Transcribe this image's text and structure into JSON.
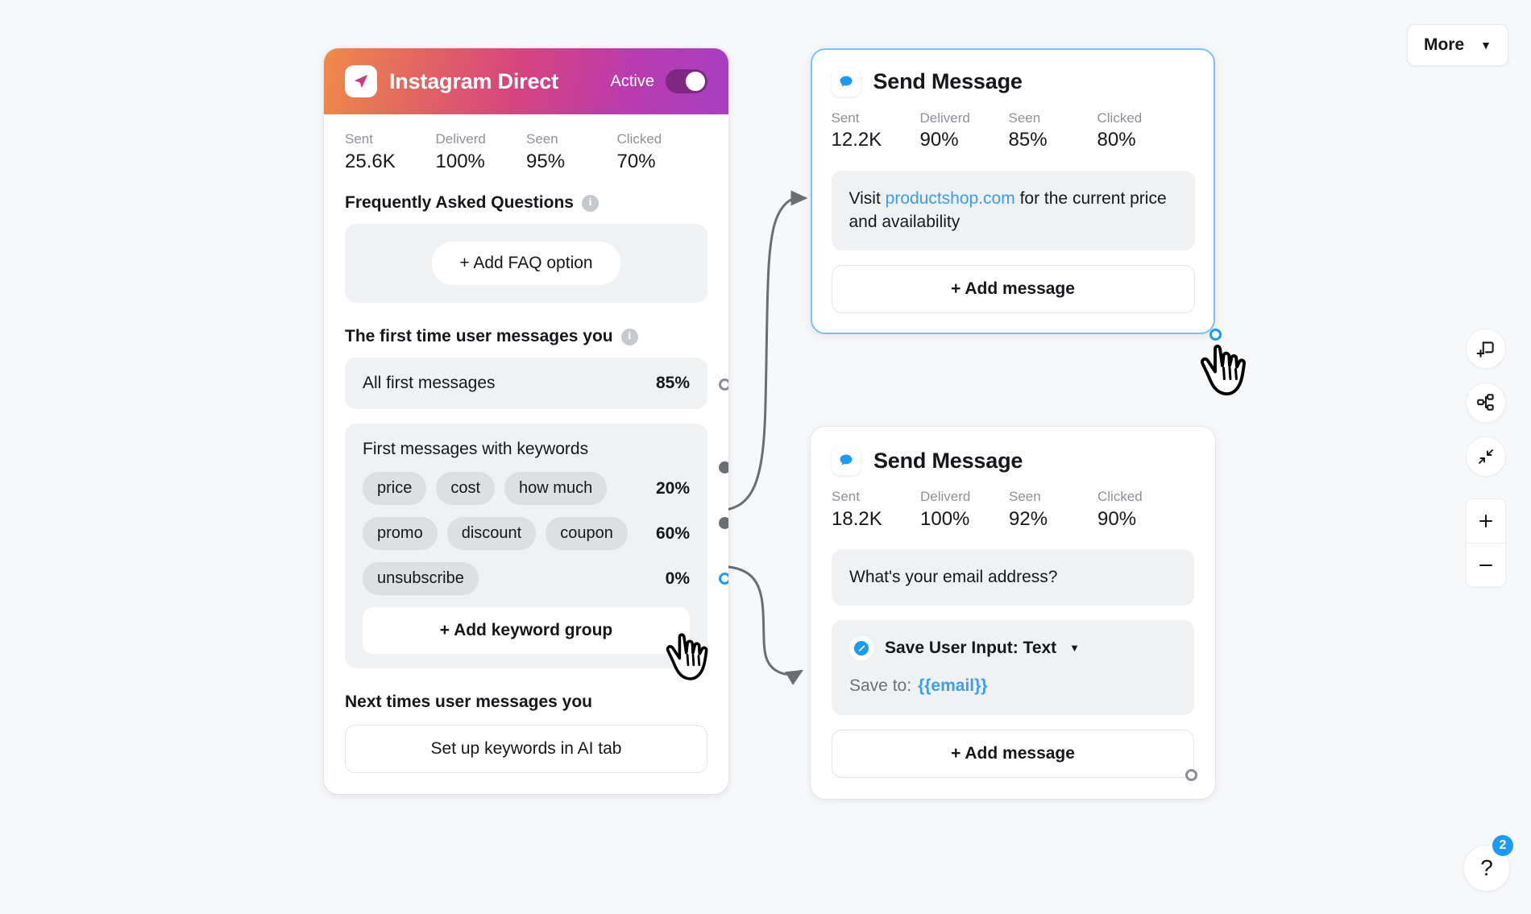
{
  "instagram_card": {
    "title": "Instagram Direct",
    "logo_icon": "paper-plane-icon",
    "status_label": "Active",
    "toggle_state": "on",
    "stats": [
      {
        "label": "Sent",
        "value": "25.6K"
      },
      {
        "label": "Deliverd",
        "value": "100%"
      },
      {
        "label": "Seen",
        "value": "95%"
      },
      {
        "label": "Clicked",
        "value": "70%"
      }
    ],
    "faq": {
      "section_title": "Frequently Asked Questions",
      "info_icon": "info-icon",
      "add_label": "+ Add FAQ option"
    },
    "first_time": {
      "section_title": "The first time user messages you",
      "info_icon": "info-icon",
      "all_first_messages": {
        "label": "All first messages",
        "percent": "85%"
      },
      "keywords_header": "First messages with keywords",
      "keyword_groups": [
        {
          "chips": [
            "price",
            "cost",
            "how much"
          ],
          "percent": "20%",
          "handle": "filled"
        },
        {
          "chips": [
            "promo",
            "discount",
            "coupon"
          ],
          "percent": "60%",
          "handle": "filled"
        },
        {
          "chips": [
            "unsubscribe"
          ],
          "percent": "0%",
          "handle": "hollow-blue"
        }
      ],
      "add_keyword_group_label": "+ Add keyword group"
    },
    "next_times": {
      "section_title": "Next times user messages you",
      "button_label": "Set up keywords in AI tab"
    }
  },
  "message_cards": [
    {
      "title": "Send Message",
      "icon": "chat-bubble-icon",
      "selected": true,
      "stats": [
        {
          "label": "Sent",
          "value": "12.2K"
        },
        {
          "label": "Deliverd",
          "value": "90%"
        },
        {
          "label": "Seen",
          "value": "85%"
        },
        {
          "label": "Clicked",
          "value": "80%"
        }
      ],
      "message_prefix": "Visit ",
      "message_link": "productshop.com",
      "message_suffix": " for the current price and availability",
      "add_message_label": "+ Add message"
    },
    {
      "title": "Send Message",
      "icon": "chat-bubble-icon",
      "selected": false,
      "stats": [
        {
          "label": "Sent",
          "value": "18.2K"
        },
        {
          "label": "Deliverd",
          "value": "100%"
        },
        {
          "label": "Seen",
          "value": "92%"
        },
        {
          "label": "Clicked",
          "value": "90%"
        }
      ],
      "message_text": "What's your email address?",
      "save_block": {
        "icon": "pencil-circle-icon",
        "title": "Save User Input: Text",
        "caret_icon": "chevron-down-icon",
        "save_to_label": "Save to:",
        "variable": "{{email}}"
      },
      "add_message_label": "+ Add message"
    }
  ],
  "toolbar": {
    "more_label": "More",
    "more_caret_icon": "chevron-down-icon",
    "tools": [
      {
        "icon": "add-node-icon"
      },
      {
        "icon": "flow-tree-icon"
      },
      {
        "icon": "fit-to-screen-icon"
      }
    ],
    "zoom_in_icon": "plus-icon",
    "zoom_out_icon": "minus-icon"
  },
  "help": {
    "icon": "question-mark-icon",
    "badge_count": "2"
  },
  "colors": {
    "accent_blue": "#1c9af4",
    "link_blue": "#3c9cf0",
    "selected_border": "#7cc0f8",
    "panel_grey": "#f0f1f3",
    "chip_grey": "#dedfe2",
    "canvas_bg": "#f7f8fa",
    "edge_grey": "#6b6e73",
    "ig_gradient_from": "#ef8b4a",
    "ig_gradient_to": "#a63fc0"
  }
}
